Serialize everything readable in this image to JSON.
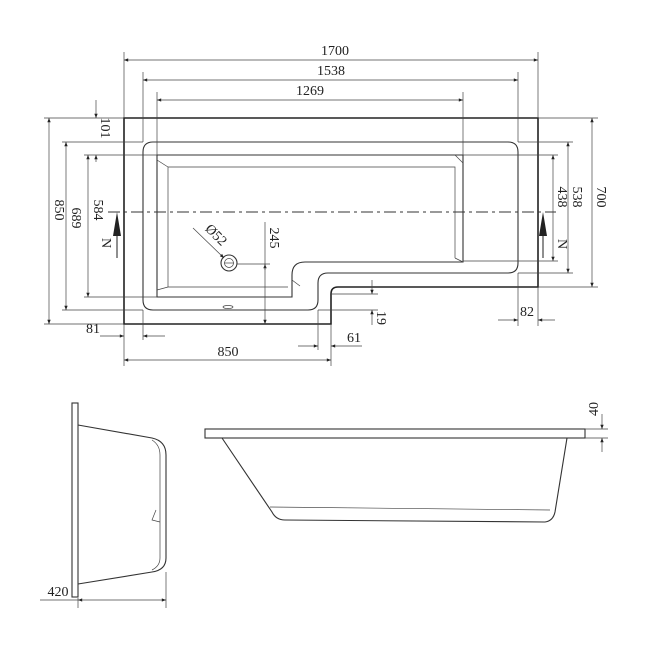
{
  "title": "L-shaped shower bath technical drawing",
  "plan_view": {
    "overall_length": "1700",
    "rim_inner_length": "1538",
    "basin_length": "1269",
    "overall_width_left": "850",
    "rim_inner_width_left": "689",
    "basin_width_left": "584",
    "top_rim_offset": "101",
    "overall_width_right": "700",
    "rim_inner_width_right": "538",
    "basin_width_right": "438",
    "waste_offset": "245",
    "waste_diameter": "Ø52",
    "left_rim_width": "81",
    "left_section_length": "850",
    "step_offset": "61",
    "step_depth": "19",
    "right_rim_width": "82",
    "north_label_left": "N",
    "north_label_right": "N"
  },
  "side_view": {
    "depth": "420"
  },
  "front_view": {
    "rim_height": "40"
  }
}
